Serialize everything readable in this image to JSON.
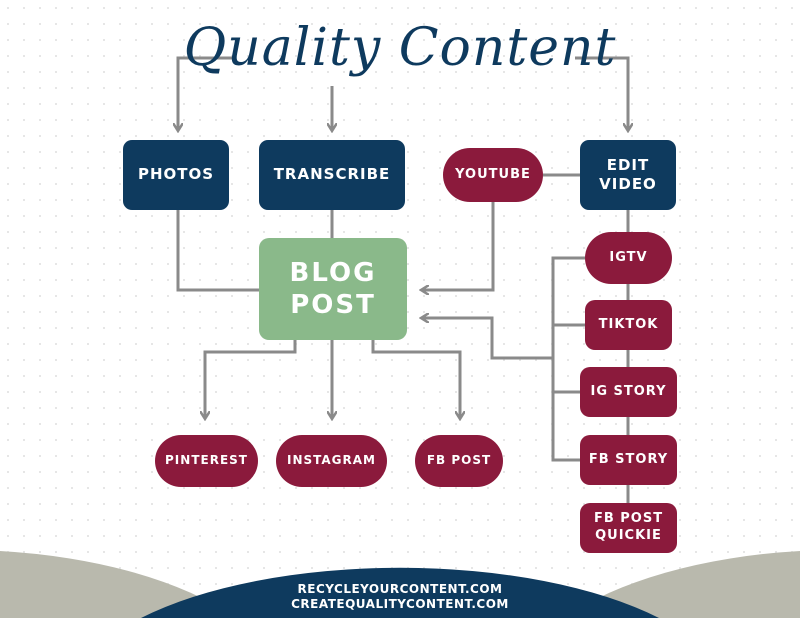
{
  "title": "Quality Content",
  "nodes": {
    "photos": "PHOTOS",
    "transcribe": "TRANSCRIBE",
    "youtube": "YOUTUBE",
    "edit_video": "EDIT VIDEO",
    "blog_post": "BLOG POST",
    "igtv": "IGTV",
    "tiktok": "TIKTOK",
    "ig_story": "IG STORY",
    "fb_story": "FB STORY",
    "fb_post_quickie": "FB POST QUICKIE",
    "pinterest": "PINTEREST",
    "instagram": "INSTAGRAM",
    "fb_post": "FB POST"
  },
  "footer": {
    "line1": "RECYCLEYOURCONTENT.COM",
    "line2": "CREATEQUALITYCONTENT.COM"
  },
  "colors": {
    "navy": "#0e3a5e",
    "maroon": "#8b1a3c",
    "green": "#8ab98a",
    "connector": "#8a8a8a",
    "corner": "#b9b9ad"
  }
}
